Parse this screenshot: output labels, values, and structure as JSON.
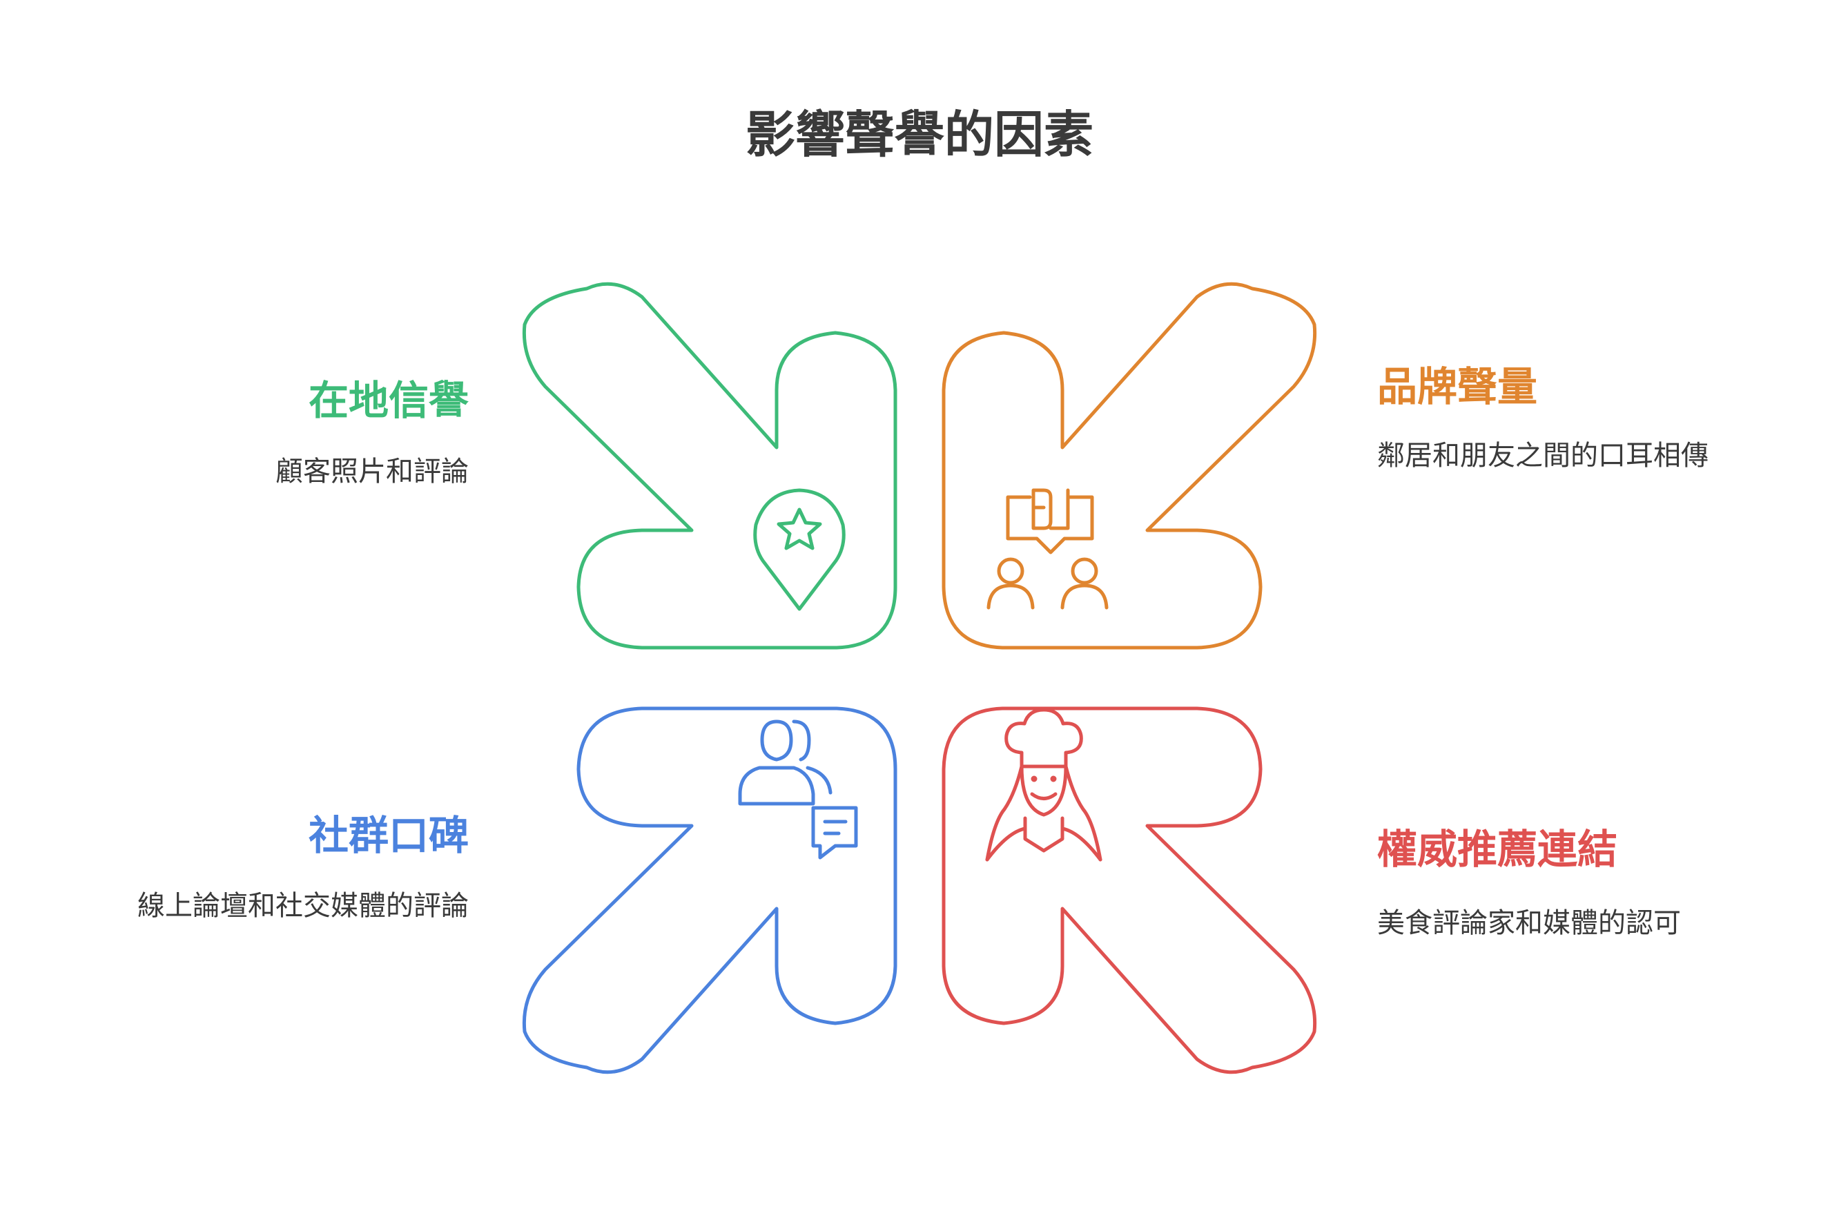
{
  "title": "影響聲譽的因素",
  "colors": {
    "title": "#3a3a3a",
    "text": "#3a3a3a",
    "green": "#3dbb78",
    "orange": "#e0852f",
    "blue": "#4b82de",
    "red": "#df5150"
  },
  "factors": [
    {
      "id": "local",
      "heading": "在地信譽",
      "description": "顧客照片和評論",
      "color": "#3dbb78",
      "icon": "map-pin-star-icon"
    },
    {
      "id": "brand",
      "heading": "品牌聲量",
      "description": "鄰居和朋友之間的口耳相傳",
      "color": "#e0852f",
      "icon": "people-sharing-book-icon"
    },
    {
      "id": "social",
      "heading": "社群口碑",
      "description": "線上論壇和社交媒體的評論",
      "color": "#4b82de",
      "icon": "users-chat-icon"
    },
    {
      "id": "authority",
      "heading": "權威推薦連結",
      "description": "美食評論家和媒體的認可",
      "color": "#df5150",
      "icon": "chef-icon"
    }
  ]
}
